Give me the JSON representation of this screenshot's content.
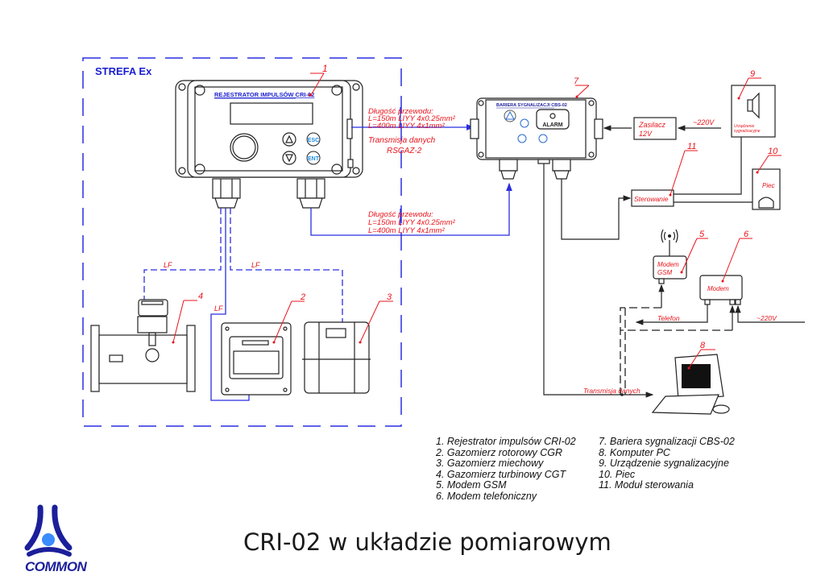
{
  "diagram": {
    "zone_label": "STREFA Ex",
    "devices": {
      "recorder": {
        "number": "1",
        "panel_label": "REJESTRATOR IMPULSÓW CRI-02",
        "buttons": {
          "esc": "ESC",
          "ent": "ENT",
          "up": "up-arrow",
          "down": "down-arrow"
        }
      },
      "rotary_meter": {
        "number": "2"
      },
      "bellows_meter": {
        "number": "3"
      },
      "turbine_meter": {
        "number": "4"
      },
      "gsm_modem": {
        "number": "5",
        "label_line1": "Modem",
        "label_line2": "GSM"
      },
      "phone_modem": {
        "number": "6",
        "label": "Modem"
      },
      "barrier": {
        "number": "7",
        "panel_label": "BARIERA SYGNALIZACJI CBS-02",
        "alarm_label": "ALARM"
      },
      "pc": {
        "number": "8"
      },
      "signal_device": {
        "number": "9",
        "label_line1": "Urządzenie",
        "label_line2": "sygnalizacyjne"
      },
      "furnace": {
        "number": "10",
        "label": "Piec"
      },
      "control": {
        "number": "11",
        "label": "Sterowanie"
      },
      "power_supply": {
        "label_line1": "Zasilacz",
        "label_line2": "12V"
      }
    },
    "cable_spec_top": {
      "line1": "Długość przewodu:",
      "line2": "L=150m  LIYY 4x0.25mm²",
      "line3": "L=400m  LIYY 4x1mm²"
    },
    "transmission_top": {
      "line1": "Transmisja danych",
      "line2": "RSGAZ-2"
    },
    "cable_spec_bottom": {
      "line1": "Długość przewodu:",
      "line2": "L=150m  LIYY 4x0.25mm²",
      "line3": "L=400m  LIYY 4x1mm²"
    },
    "lf_labels": [
      "LF",
      "LF",
      "LF"
    ],
    "supply_220_top": "~220V",
    "supply_220_bottom": "~220V",
    "telefon_label": "Telefon",
    "pc_transmission": "Transmisja danych"
  },
  "legend": {
    "column1": [
      "1. Rejestrator impulsów CRI-02",
      "2. Gazomierz rotorowy CGR",
      "3. Gazomierz miechowy",
      "4. Gazomierz turbinowy CGT",
      "5. Modem GSM",
      "6. Modem telefoniczny"
    ],
    "column2": [
      "7. Bariera sygnalizacji CBS-02",
      "8. Komputer PC",
      "9. Urządzenie sygnalizacyjne",
      "10. Piec",
      "11. Moduł sterowania"
    ]
  },
  "title": "CRI-02 w układzie pomiarowym",
  "logo": {
    "text": "COMMON",
    "color_dark": "#1b1f9a",
    "color_light": "#3a8cff"
  },
  "colors": {
    "annotation": "#e8141c",
    "ex_wiring": "#2a2ee0",
    "wiring": "#222222"
  }
}
